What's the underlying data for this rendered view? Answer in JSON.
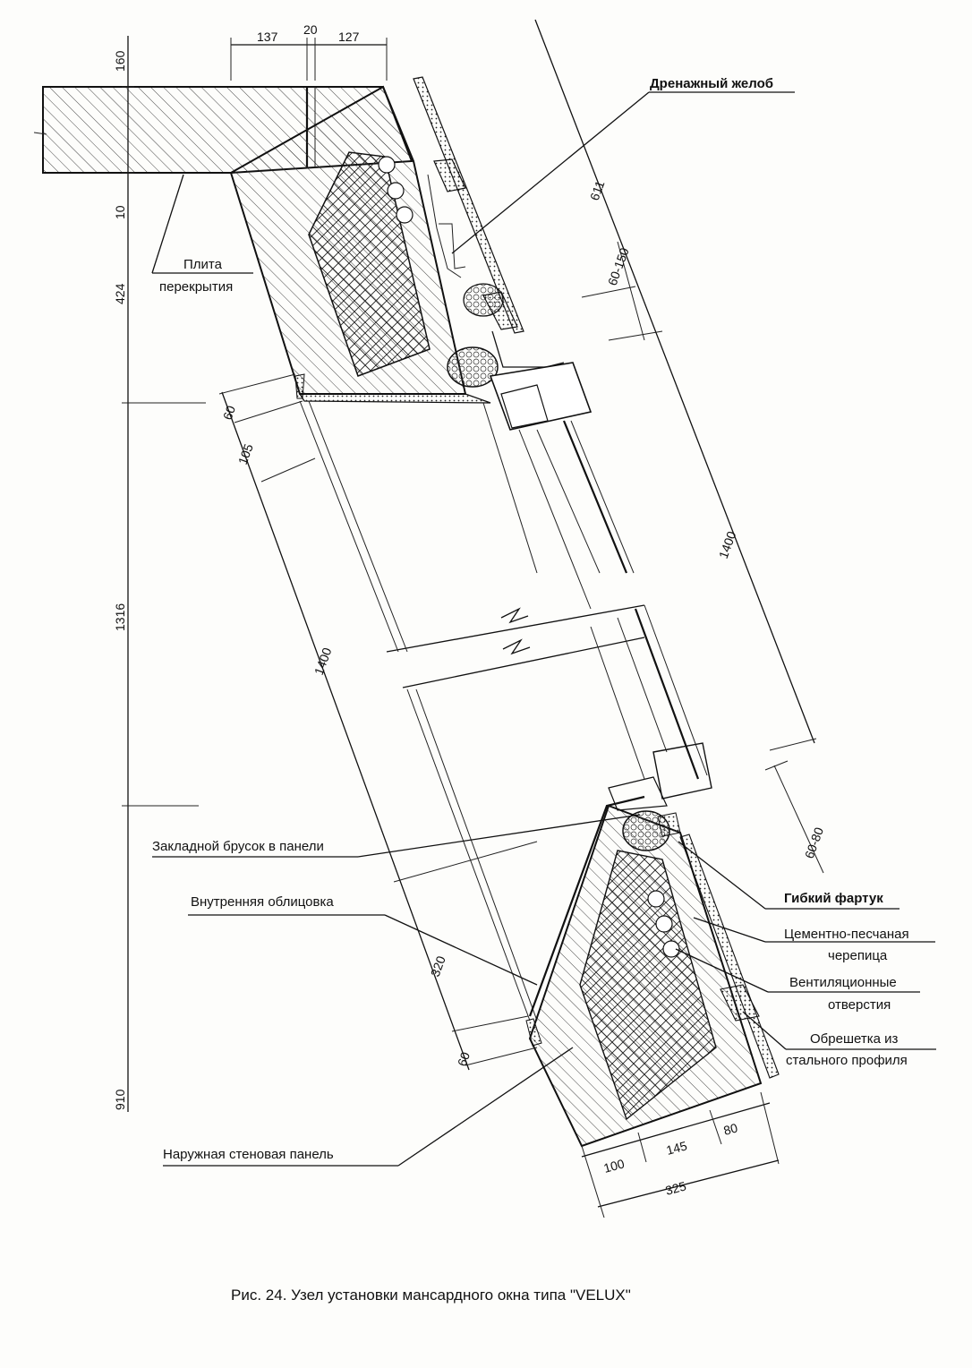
{
  "caption": "Рис. 24.  Узел установки мансардного окна типа \"VELUX\"",
  "labels": {
    "drainage": "Дренажный желоб",
    "slab_line1": "Плита",
    "slab_line2": "перекрытия",
    "embedded_bar": "Закладной брусок в панели",
    "inner_lining": "Внутренняя облицовка",
    "outer_panel": "Наружная стеновая панель",
    "flexible_apron": "Гибкий фартук",
    "tile_line1": "Цементно-песчаная",
    "tile_line2": "черепица",
    "vent_line1": "Вентиляционные",
    "vent_line2": "отверстия",
    "lath_line1": "Обрешетка из",
    "lath_line2": "стального профиля"
  },
  "dimensions": {
    "top_137": "137",
    "top_20": "20",
    "top_127": "127",
    "left_160": "160",
    "left_10": "10",
    "left_424": "424",
    "left_1316": "1316",
    "left_910": "910",
    "d_60_top": "60",
    "d_105": "105",
    "d_1400_inner": "1400",
    "d_320": "320",
    "d_60_bottom": "60",
    "d_611": "611",
    "d_60_150": "60-150",
    "d_1400_outer": "1400",
    "d_60_80": "60-80",
    "bottom_100": "100",
    "bottom_145": "145",
    "bottom_80": "80",
    "bottom_325": "325"
  }
}
